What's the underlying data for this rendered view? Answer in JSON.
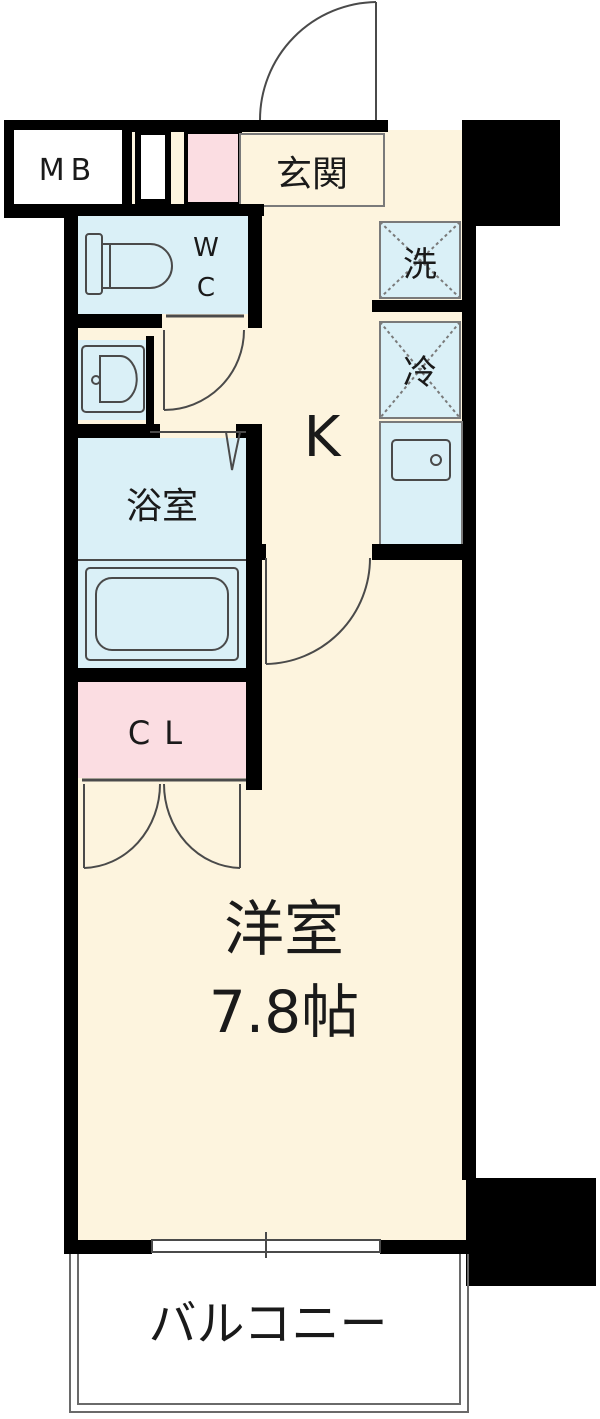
{
  "rooms": {
    "mb": "MB",
    "entrance": "玄関",
    "wc_line1": "W",
    "wc_line2": "C",
    "washer": "洗",
    "fridge": "冷",
    "kitchen": "K",
    "bath": "浴室",
    "closet": "CL",
    "western_room": "洋室",
    "western_room_size": "7.8帖",
    "balcony": "バルコニー"
  },
  "colors": {
    "wall": "#000000",
    "floor": "#fdf4de",
    "wet_area": "#daf0f7",
    "entrance_pink": "#fbdde2",
    "closet_pink": "#fbdde2",
    "line": "#4a4a4a"
  }
}
